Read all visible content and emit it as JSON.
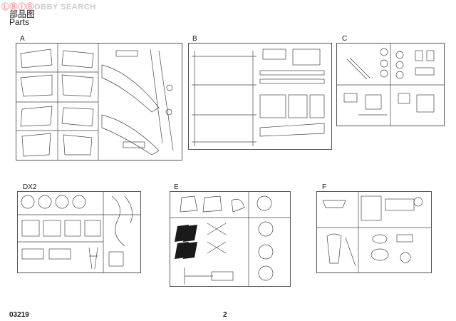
{
  "watermark": {
    "red_part": "ⓁⒷⒾⒷ",
    "rest": "OBBY SEARCH"
  },
  "header": {
    "title_cn": "部品图",
    "title_en": "Parts"
  },
  "sprues": [
    {
      "id": "A"
    },
    {
      "id": "B"
    },
    {
      "id": "C"
    },
    {
      "id": "DX2"
    },
    {
      "id": "E"
    },
    {
      "id": "F"
    }
  ],
  "footer": {
    "product_code": "03219",
    "page_number": "2"
  }
}
